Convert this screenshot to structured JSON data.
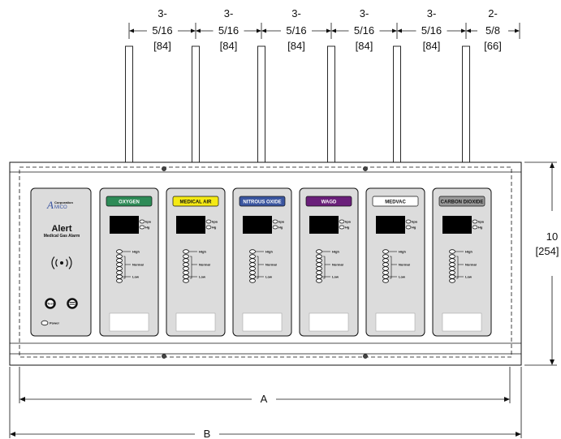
{
  "spacing_dimensions": [
    {
      "whole": "3-",
      "fraction": "5/16",
      "metric": "[84]"
    },
    {
      "whole": "3-",
      "fraction": "5/16",
      "metric": "[84]"
    },
    {
      "whole": "3-",
      "fraction": "5/16",
      "metric": "[84]"
    },
    {
      "whole": "3-",
      "fraction": "5/16",
      "metric": "[84]"
    },
    {
      "whole": "3-",
      "fraction": "5/16",
      "metric": "[84]"
    },
    {
      "whole": "2-",
      "fraction": "5/8",
      "metric": "[66]"
    }
  ],
  "height_dimension": {
    "value": "10",
    "metric": "[254]"
  },
  "width_dimension_a": "A",
  "width_dimension_b": "B",
  "logo_panel": {
    "brand_top": "Corporation",
    "brand_bottom": "MICO",
    "brand_letter": "A",
    "title": "Alert",
    "subtitle": "Medical Gas Alarm",
    "test_label": "Test",
    "mute_label": "Silence",
    "power_label": "Power"
  },
  "modules": [
    {
      "gas": "OXYGEN",
      "color": "#2e8b57",
      "text_color": "#ffffff"
    },
    {
      "gas": "MEDICAL AIR",
      "color": "#f5ea14",
      "text_color": "#111111"
    },
    {
      "gas": "NITROUS OXIDE",
      "color": "#3a55a0",
      "text_color": "#ffffff"
    },
    {
      "gas": "WAGD",
      "color": "#6a1f7a",
      "text_color": "#ffffff"
    },
    {
      "gas": "MEDVAC",
      "color": "#ffffff",
      "text_color": "#111111"
    },
    {
      "gas": "CARBON DIOXIDE",
      "color": "#9a9a9a",
      "text_color": "#111111"
    }
  ],
  "module_labels": {
    "unit_top": "kpa",
    "unit_bottom": "Hg",
    "high": "High",
    "normal": "Normal",
    "low": "Low"
  }
}
